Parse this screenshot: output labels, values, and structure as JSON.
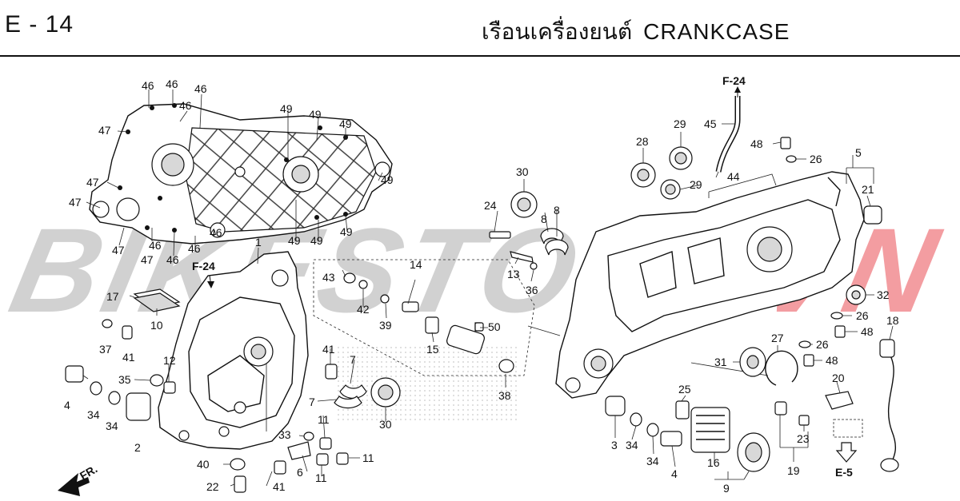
{
  "header": {
    "page_code": "E - 14",
    "title_th": "เรือนเครื่องยนต์",
    "title_en": "CRANKCASE"
  },
  "watermark": {
    "main": "BIKESTOCK",
    "accent": "VN"
  },
  "refs": {
    "f24_left": "F-24",
    "f24_top": "F-24",
    "e5": "E-5",
    "fr": "FR."
  },
  "colors": {
    "watermark_gray": "#9a9a9a",
    "watermark_red": "#e2101a",
    "ink": "#111111"
  },
  "callouts": {
    "c1": "1",
    "c2": "2",
    "c3": "3",
    "c4a": "4",
    "c4b": "4",
    "c5": "5",
    "c6": "6",
    "c7a": "7",
    "c7b": "7",
    "c8a": "8",
    "c8b": "8",
    "c9": "9",
    "c10": "10",
    "c11a": "11",
    "c11b": "11",
    "c11c": "11",
    "c12": "12",
    "c13": "13",
    "c14": "14",
    "c15": "15",
    "c16": "16",
    "c17": "17",
    "c18": "18",
    "c19": "19",
    "c20": "20",
    "c21": "21",
    "c22": "22",
    "c23": "23",
    "c24": "24",
    "c25": "25",
    "c26a": "26",
    "c26b": "26",
    "c26c": "26",
    "c27": "27",
    "c28": "28",
    "c29a": "29",
    "c29b": "29",
    "c30a": "30",
    "c30b": "30",
    "c31": "31",
    "c32": "32",
    "c33": "33",
    "c34a": "34",
    "c34b": "34",
    "c34c": "34",
    "c34d": "34",
    "c35": "35",
    "c36": "36",
    "c37": "37",
    "c38": "38",
    "c39": "39",
    "c40": "40",
    "c41a": "41",
    "c41b": "41",
    "c41c": "41",
    "c42": "42",
    "c43": "43",
    "c44": "44",
    "c45": "45",
    "c46a": "46",
    "c46b": "46",
    "c46c": "46",
    "c46d": "46",
    "c46e": "46",
    "c46f": "46",
    "c46g": "46",
    "c46h": "46",
    "c47a": "47",
    "c47b": "47",
    "c47c": "47",
    "c47d": "47",
    "c47e": "47",
    "c48a": "48",
    "c48b": "48",
    "c48c": "48",
    "c49a": "49",
    "c49b": "49",
    "c49c": "49",
    "c49d": "49",
    "c49e": "49",
    "c49f": "49",
    "c49g": "49",
    "c50": "50"
  }
}
